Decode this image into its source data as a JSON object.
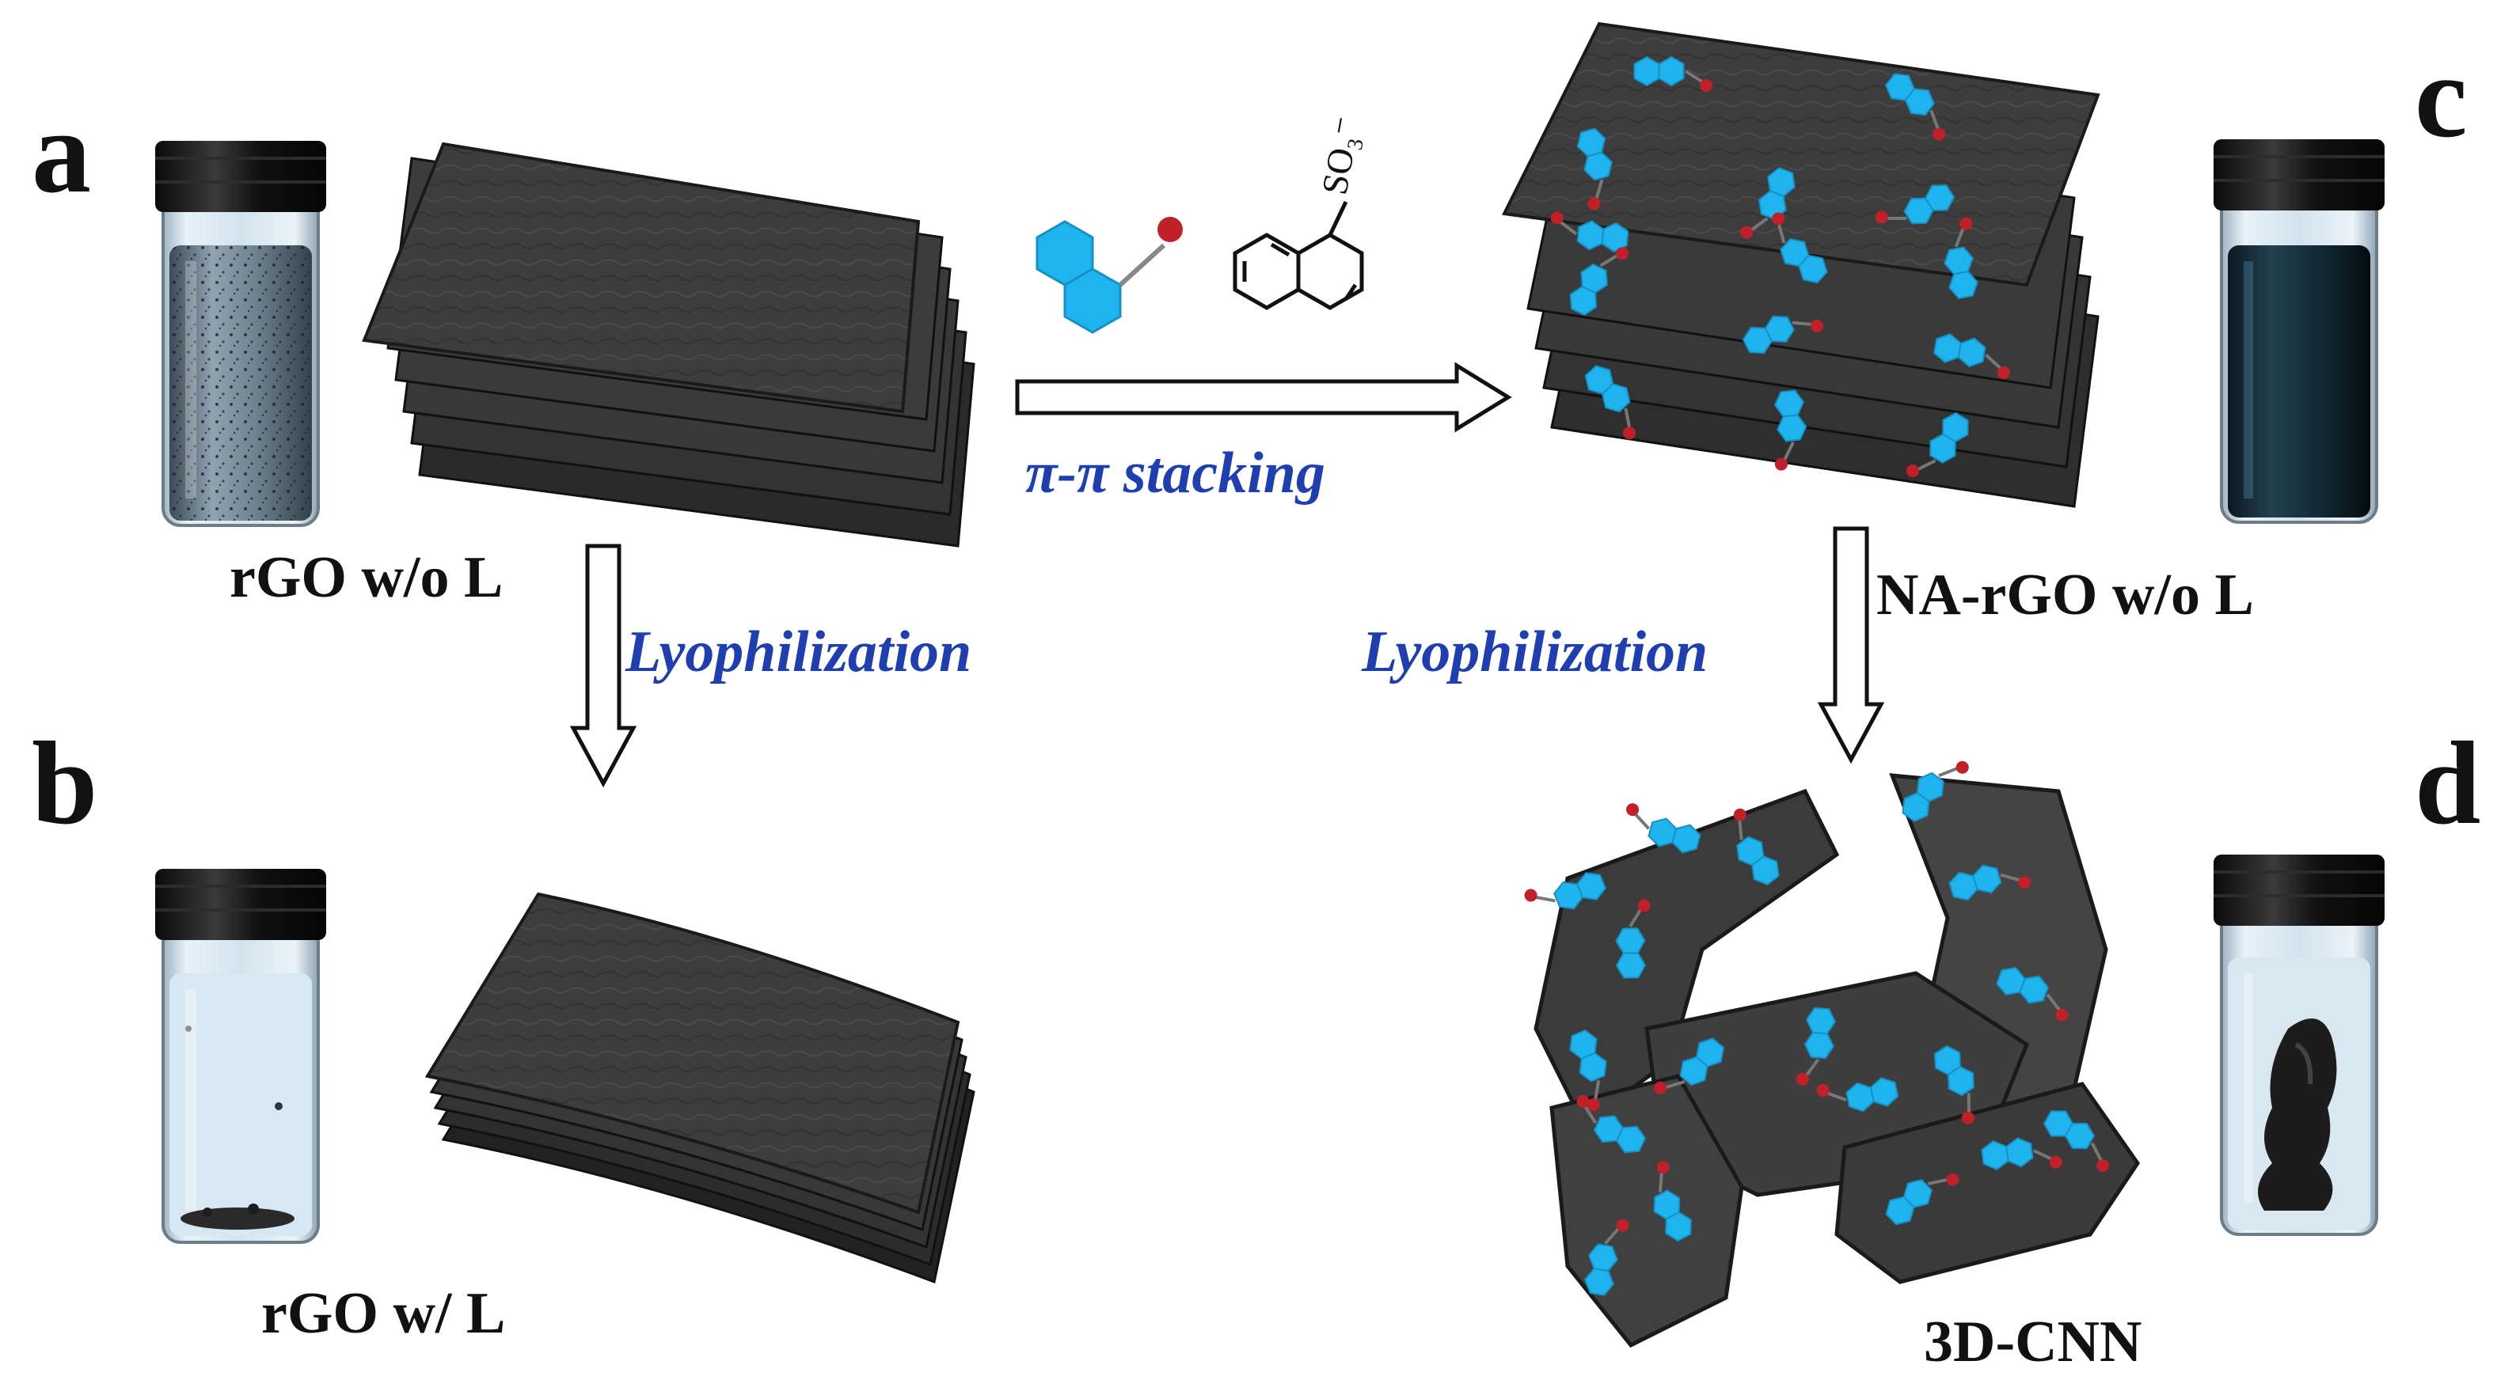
{
  "panels": {
    "a": "a",
    "b": "b",
    "c": "c",
    "d": "d"
  },
  "captions": {
    "rgo_without_l": "rGO w/o L",
    "rgo_with_l": "rGO w/ L",
    "na_rgo_without_l": "NA-rGO w/o L",
    "cnn_3d": "3D-CNN"
  },
  "process_labels": {
    "stacking": "π-π stacking",
    "lyophilization_left": "Lyophilization",
    "lyophilization_right": "Lyophilization"
  },
  "molecule": {
    "group_label": "SO₃⁻"
  },
  "colors": {
    "sheet": "#3c3c3c",
    "sheet_edge": "#1c1c1c",
    "naphthalene": "#1fb4ef",
    "sulfonate": "#c0202a",
    "process_text": "#1f3fb0",
    "vial_cap": "#161616"
  }
}
